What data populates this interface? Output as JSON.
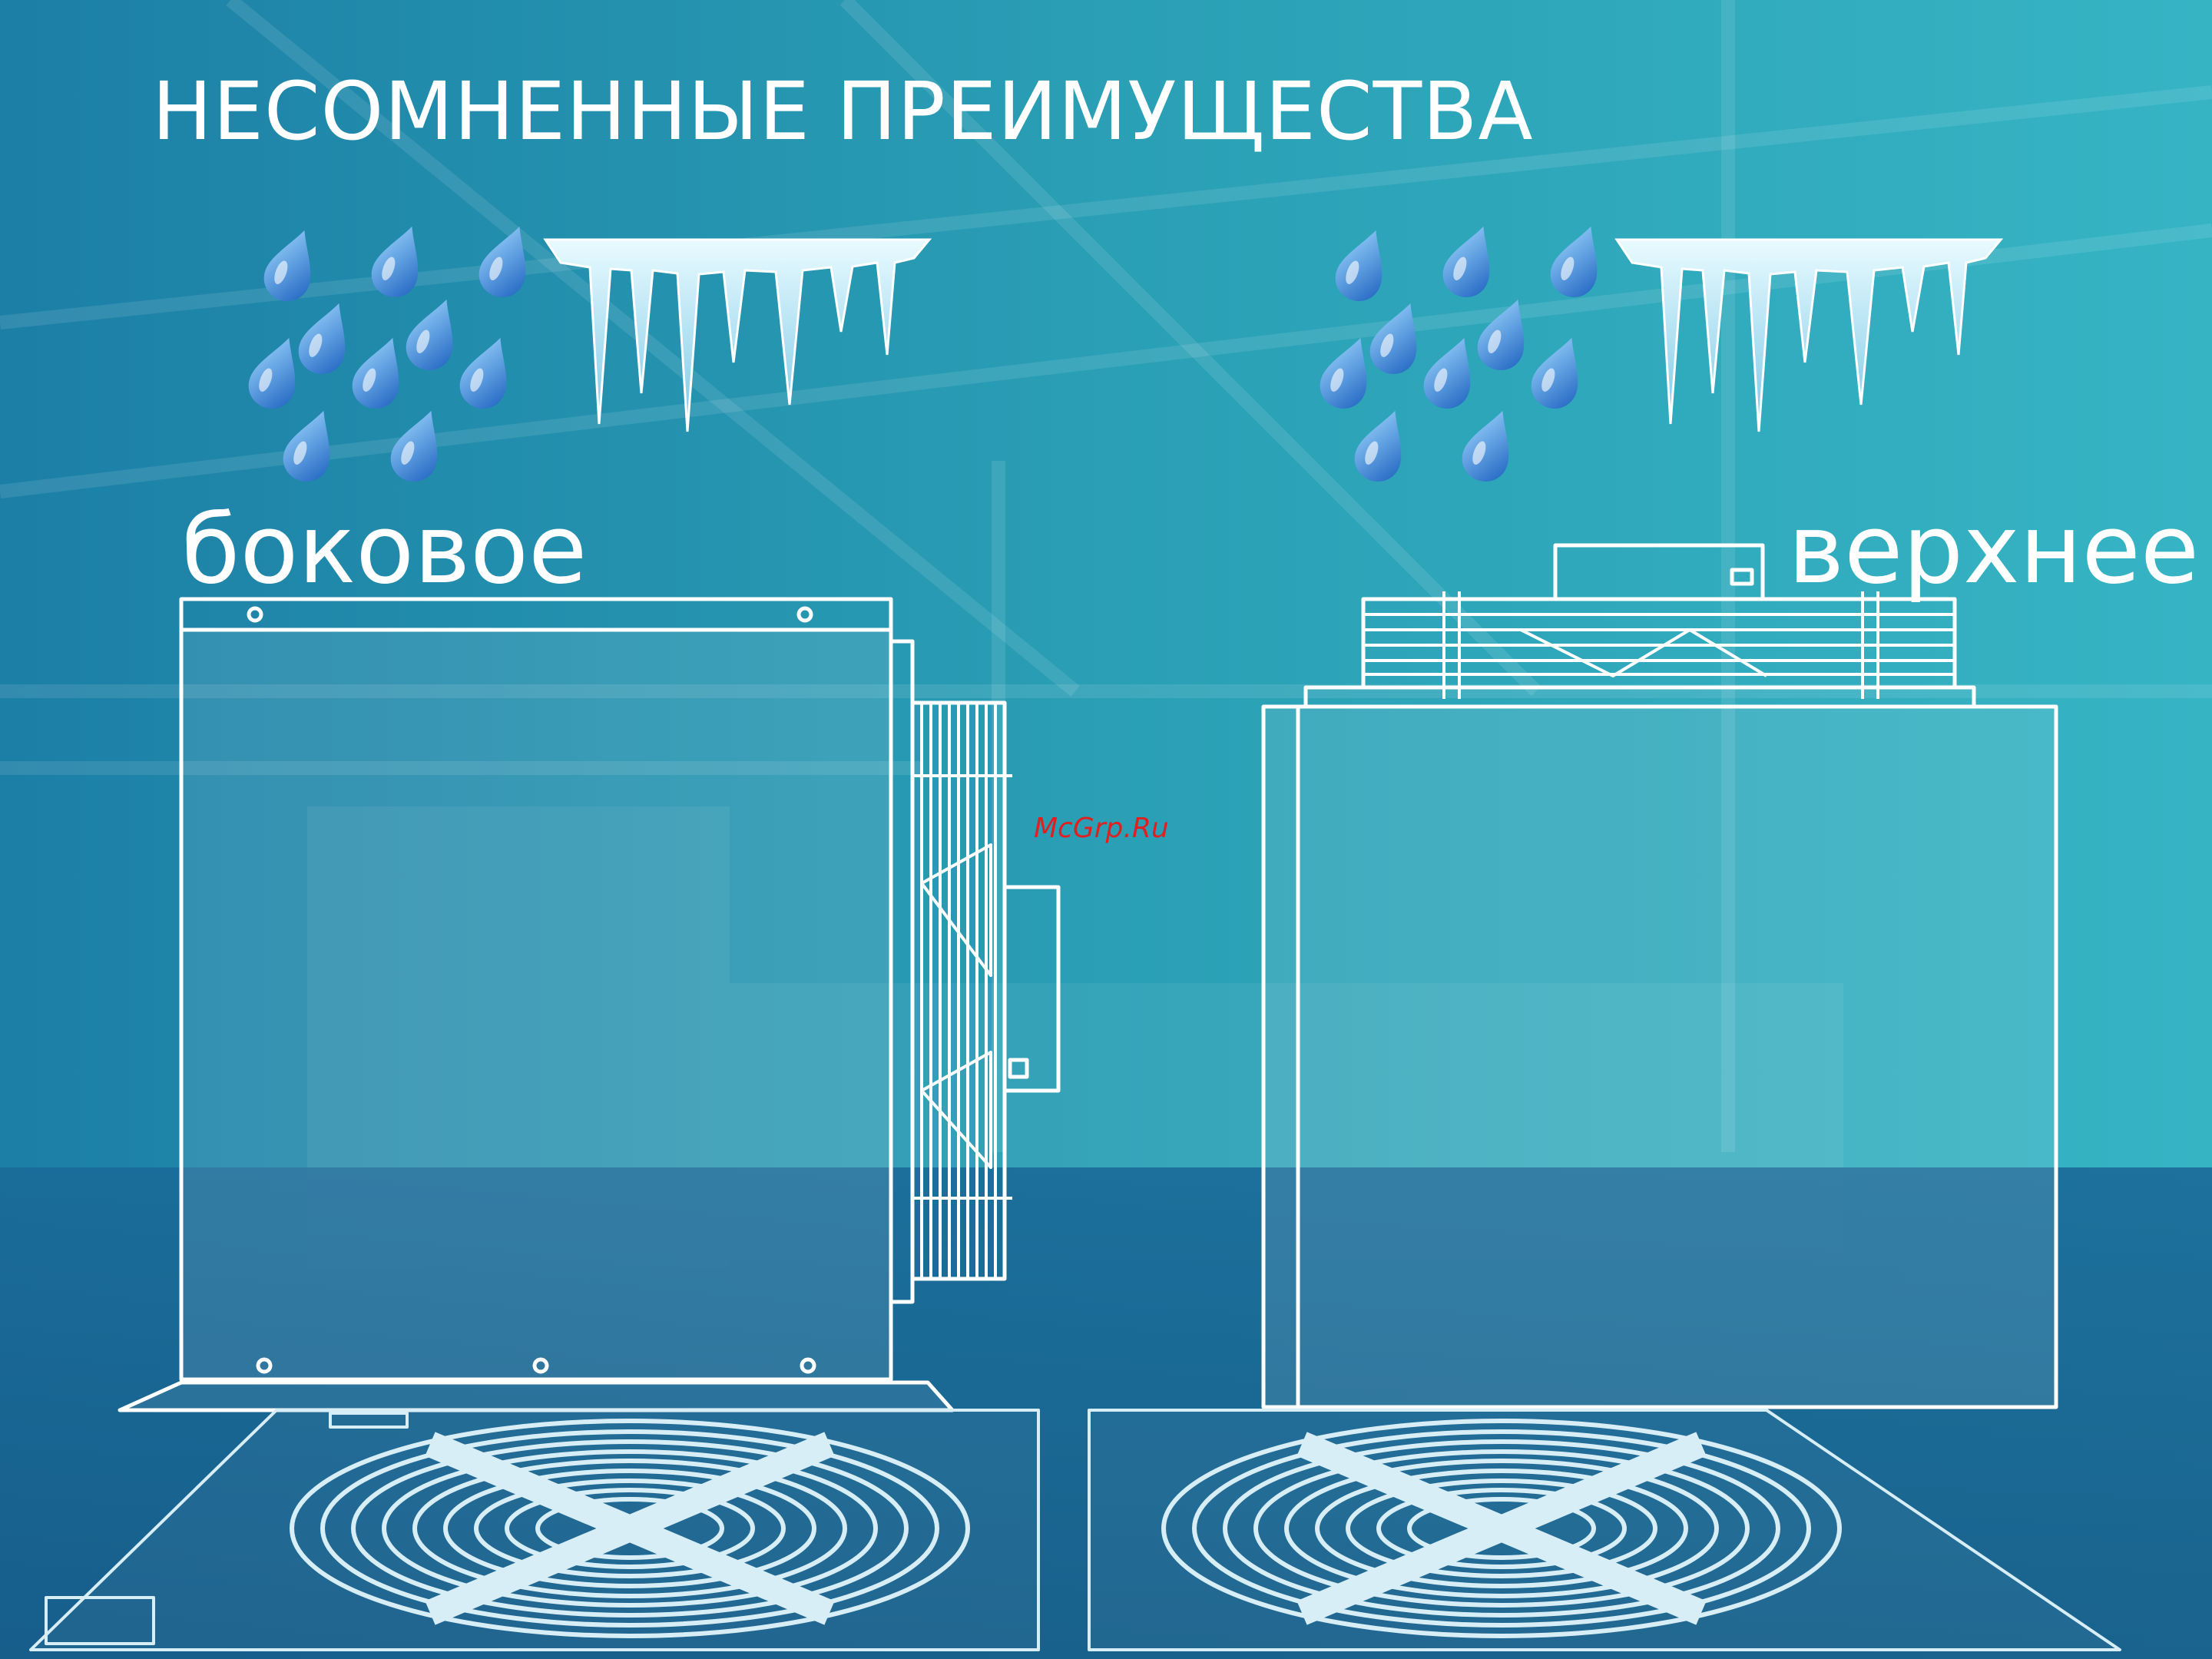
{
  "slide": {
    "title": "НЕСОМНЕННЫЕ ПРЕИМУЩЕСТВА",
    "left_label": "боковое",
    "right_label": "верхнее",
    "watermark": "McGrp.Ru"
  },
  "colors": {
    "background_top": "#2a9db3",
    "background_bottom": "#1a6d9a",
    "band": "#1a5f8f",
    "line_art": "#ffffff",
    "drop": "#2f7fd0",
    "ice": "#bfe9f5",
    "watermark": "#e02020"
  },
  "icons": {
    "left_group": [
      "rain-drops",
      "icicles"
    ],
    "right_group": [
      "rain-drops",
      "icicles"
    ]
  }
}
